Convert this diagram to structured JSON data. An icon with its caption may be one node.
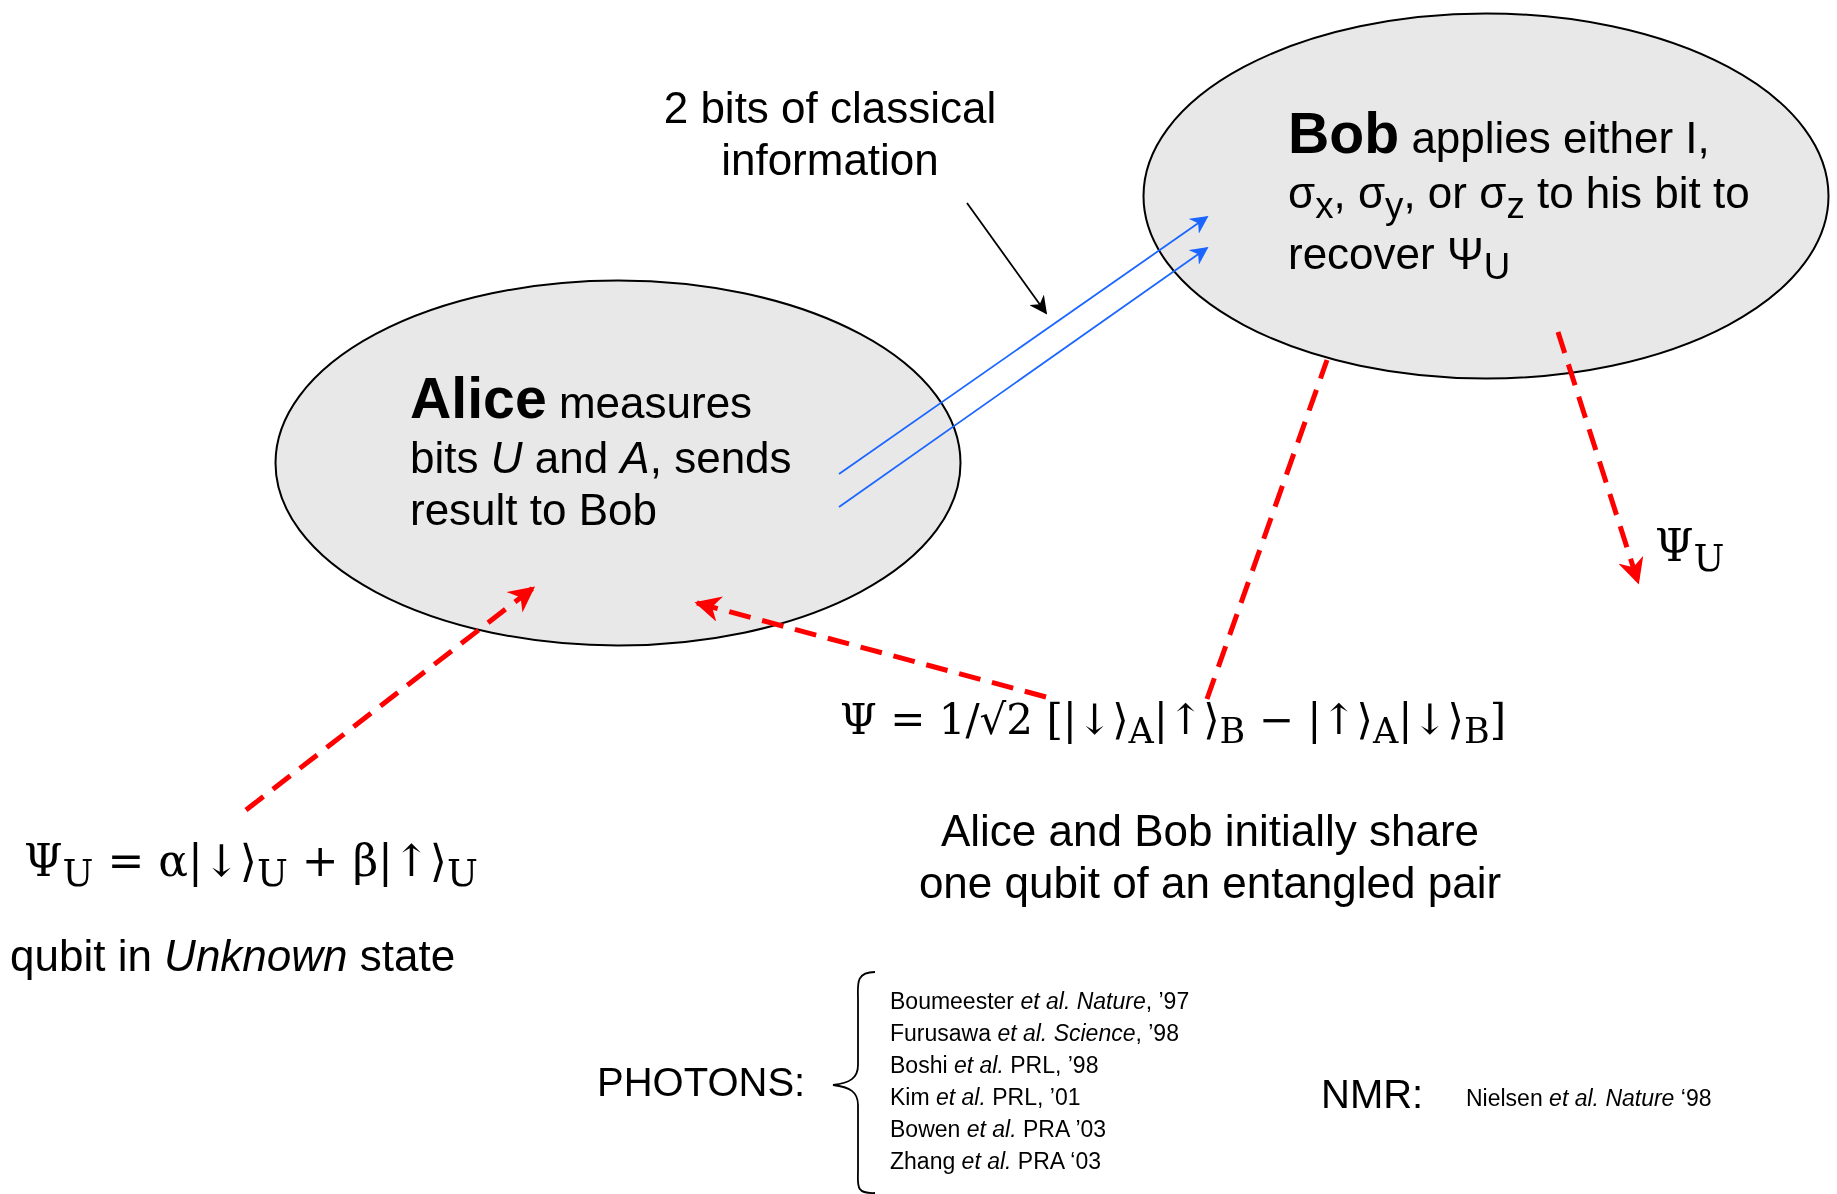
{
  "diagram": {
    "nodes": [
      {
        "text": [
          "**Alice** measures bits *U* and *A*, sends result to Bob"
        ]
      },
      {
        "text": [
          "**Bob** applies either I, σ$_{x}$, σ$_{y}$, or σ$_{z}$ to his bit to recover Ψ$_{U}$"
        ]
      },
      {
        "text": [
          "Ψ$_{U}$"
        ]
      },
      {
        "text": [
          "Ψ$_{U}$ = α|↓⟩$_{U}$ + β|↑⟩$_{U}$",
          "qubit in *Unknown* state"
        ]
      },
      {
        "text": [
          "Ψ = 1/√2 [|↓⟩$_{A}$|↑⟩$_{B}$ − |↑⟩$_{A}$|↓⟩$_{B}$]",
          "Alice and Bob initially share one qubit of an entangled pair"
        ]
      },
      {
        "text": [
          "2 bits of classical information"
        ]
      }
    ],
    "edges": [
      {
        "from": 0,
        "to": 1,
        "arrow": "to",
        "color": "#1a66ff"
      },
      {
        "from": 0,
        "to": 1,
        "arrow": "to",
        "color": "#1a66ff"
      },
      {
        "from": 3,
        "to": 0,
        "arrow": "to",
        "style": "dashed",
        "color": "#ff0000"
      },
      {
        "from": 4,
        "to": 0,
        "arrow": "to",
        "style": "dashed",
        "color": "#ff0000"
      },
      {
        "from": 4,
        "to": 1,
        "arrow": "none",
        "style": "dashed",
        "color": "#ff0000"
      },
      {
        "from": 1,
        "to": 2,
        "arrow": "to",
        "style": "dashed",
        "color": "#ff0000"
      },
      {
        "from": 5,
        "to": null,
        "arrow": "to",
        "color": "#000000"
      }
    ],
    "labels": [
      "PHOTONS:",
      "Boumeester *et al.* *Nature*, ’97",
      "Furusawa *et al.* *Science*, ’98",
      "Boshi *et al.* PRL, ’98",
      "Kim *et al.* PRL, ’01",
      "Bowen *et al.* PRA ’03",
      "Zhang *et al.* PRA ‘03",
      "NMR:",
      "Nielsen *et al.* *Nature* ‘98"
    ]
  }
}
